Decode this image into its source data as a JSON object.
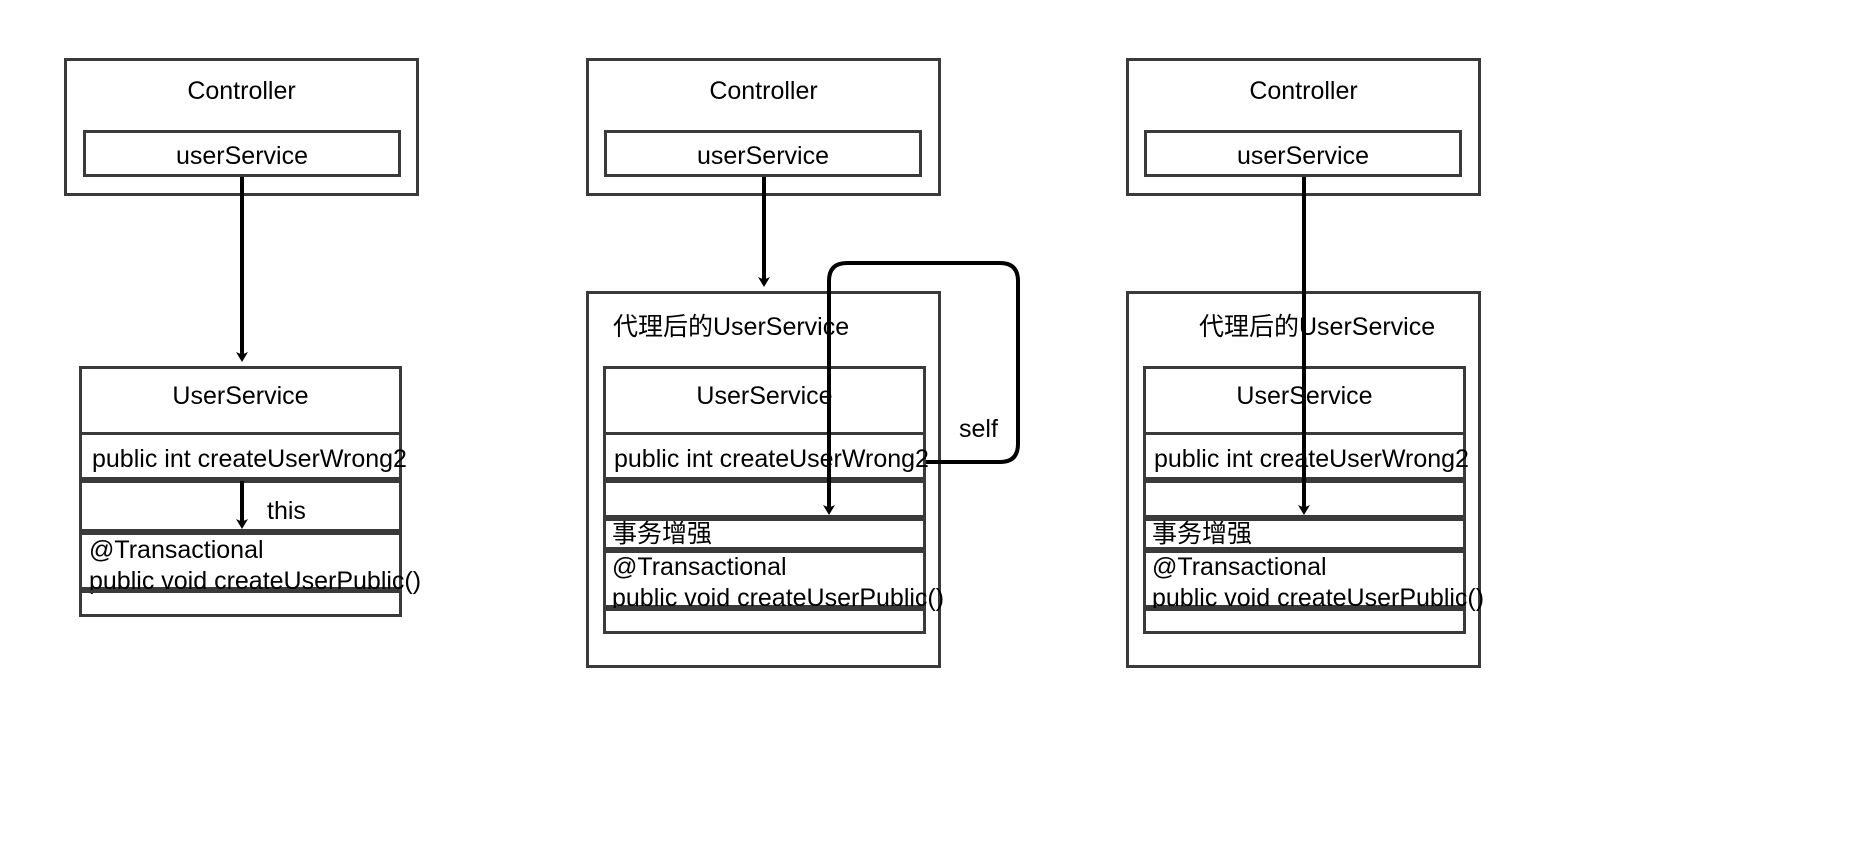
{
  "diagram": {
    "title": "Spring @Transactional self-invocation proxy diagram",
    "colors": {
      "stroke": "#3a3a3a",
      "arrow": "#000000",
      "background": "#ffffff",
      "text": "#000000"
    },
    "columns": [
      {
        "id": "column-1-no-proxy",
        "controller": {
          "title": "Controller",
          "field": "userService"
        },
        "service": {
          "title": "UserService",
          "rows": [
            "public int createUserWrong2",
            "",
            "@Transactional\npublic void createUserPublic()",
            ""
          ]
        },
        "edges": [
          {
            "id": "controller-to-service",
            "label": ""
          },
          {
            "id": "this-call",
            "label": "this"
          }
        ]
      },
      {
        "id": "column-2-proxy-self",
        "controller": {
          "title": "Controller",
          "field": "userService"
        },
        "proxy": {
          "title": "代理后的UserService",
          "inner": {
            "title": "UserService",
            "rows": [
              "public int createUserWrong2",
              "",
              "事务增强",
              "@Transactional\npublic void createUserPublic()",
              ""
            ]
          }
        },
        "edges": [
          {
            "id": "controller-to-proxy",
            "label": ""
          },
          {
            "id": "self-call",
            "label": "self"
          }
        ]
      },
      {
        "id": "column-3-proxy-direct",
        "controller": {
          "title": "Controller",
          "field": "userService"
        },
        "proxy": {
          "title": "代理后的UserService",
          "inner": {
            "title": "UserService",
            "rows": [
              "public int createUserWrong2",
              "",
              "事务增强",
              "@Transactional\npublic void createUserPublic()",
              ""
            ]
          }
        },
        "edges": [
          {
            "id": "controller-to-enhanced",
            "label": ""
          }
        ]
      }
    ]
  }
}
